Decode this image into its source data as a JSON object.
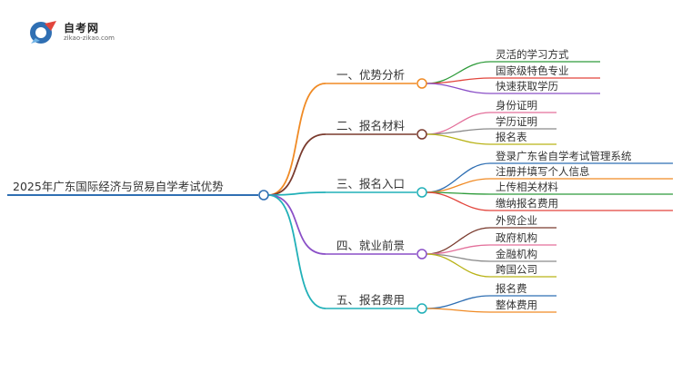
{
  "logo": {
    "title": "自考网",
    "url_text": "zikao-zikao.com"
  },
  "root": {
    "label": "2025年广东国际经济与贸易自学考试优势",
    "color": "#2f6fb3"
  },
  "branches": [
    {
      "label": "一、优势分析",
      "color": "#f08a24",
      "children": [
        {
          "label": "灵活的学习方式",
          "color": "#2e9b3a"
        },
        {
          "label": "国家级特色专业",
          "color": "#e2453c"
        },
        {
          "label": "快速获取学历",
          "color": "#8a4fc7"
        }
      ]
    },
    {
      "label": "二、报名材料",
      "color": "#7a3b2e",
      "children": [
        {
          "label": "身份证明",
          "color": "#e36f9a"
        },
        {
          "label": "学历证明",
          "color": "#8a8a8a"
        },
        {
          "label": "报名表",
          "color": "#b9b318"
        }
      ]
    },
    {
      "label": "三、报名入口",
      "color": "#21b0b8",
      "children": [
        {
          "label": "登录广东省自学考试管理系统",
          "color": "#2f6fb3"
        },
        {
          "label": "注册并填写个人信息",
          "color": "#f08a24"
        },
        {
          "label": "上传相关材料",
          "color": "#2e9b3a"
        },
        {
          "label": "缴纳报名费用",
          "color": "#e2453c"
        }
      ]
    },
    {
      "label": "四、就业前景",
      "color": "#8a4fc7",
      "children": [
        {
          "label": "外贸企业",
          "color": "#7a3b2e"
        },
        {
          "label": "政府机构",
          "color": "#e36f9a"
        },
        {
          "label": "金融机构",
          "color": "#8a8a8a"
        },
        {
          "label": "跨国公司",
          "color": "#b9b318"
        }
      ]
    },
    {
      "label": "五、报名费用",
      "color": "#21b0b8",
      "children": [
        {
          "label": "报名费",
          "color": "#2f6fb3"
        },
        {
          "label": "整体费用",
          "color": "#f08a24"
        }
      ]
    }
  ]
}
